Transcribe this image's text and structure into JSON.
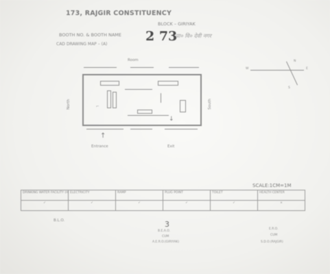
{
  "header": {
    "constituency": "173, RAJGIR CONSTITUENCY",
    "block": "BLOCK – GIRIYAK",
    "booth_label": "BOOTH NO. & BOOTH NAME",
    "booth_number": "2 73",
    "booth_name_handwritten": "प्रा० वि० देवी नगर",
    "map_title": "CAD DRAWING MAP – (A)"
  },
  "plan": {
    "top_label": "Room",
    "north_label": "North",
    "south_label": "South",
    "entrance_label": "Entrance",
    "exit_label": "Exit"
  },
  "compass": {
    "north": "N",
    "south": "S",
    "east": "E",
    "west": "W"
  },
  "scale": "SCALE:1CM=1M",
  "table": {
    "headers": [
      "DRINKING WATER FACILITY (HANDPUMP)",
      "ELECTRICITY",
      "RAMP",
      "PLUG POINT",
      "TOILET",
      "HEALTH CENTER"
    ]
  },
  "footer": {
    "left_sign": "B.L.O.",
    "center_number": "3",
    "center_lines": [
      "B.E.A.O.",
      "CUM",
      "A.E.R.O.(GIRIYAK)"
    ],
    "right_lines": [
      "E.R.O.",
      "CUM",
      "S.D.O.(RAJGIR)"
    ]
  }
}
